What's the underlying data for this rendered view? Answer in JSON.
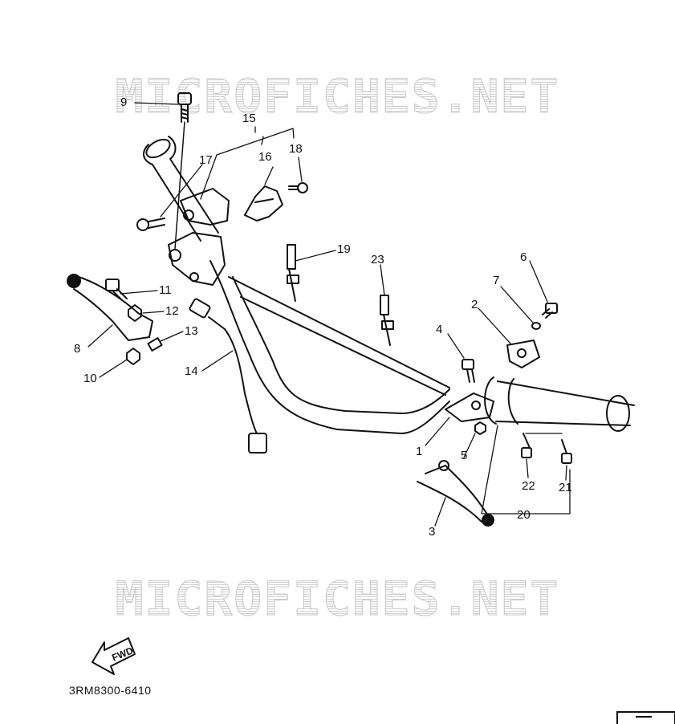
{
  "watermark": {
    "top_text": "MICROFICHES.NET",
    "bottom_text": "MICROFICHES.NET"
  },
  "diagram_code": "3RM8300-6410",
  "fwd_label": "FWD",
  "parts": [
    {
      "id": "p1",
      "label": "1"
    },
    {
      "id": "p2",
      "label": "2"
    },
    {
      "id": "p3",
      "label": "3"
    },
    {
      "id": "p4",
      "label": "4"
    },
    {
      "id": "p5",
      "label": "5"
    },
    {
      "id": "p6",
      "label": "6"
    },
    {
      "id": "p7",
      "label": "7"
    },
    {
      "id": "p8",
      "label": "8"
    },
    {
      "id": "p9",
      "label": "9"
    },
    {
      "id": "p10",
      "label": "10"
    },
    {
      "id": "p11",
      "label": "11"
    },
    {
      "id": "p12",
      "label": "12"
    },
    {
      "id": "p13",
      "label": "13"
    },
    {
      "id": "p14",
      "label": "14"
    },
    {
      "id": "p15",
      "label": "15"
    },
    {
      "id": "p16",
      "label": "16"
    },
    {
      "id": "p17",
      "label": "17"
    },
    {
      "id": "p18",
      "label": "18"
    },
    {
      "id": "p19",
      "label": "19"
    },
    {
      "id": "p20",
      "label": "20"
    },
    {
      "id": "p21",
      "label": "21"
    },
    {
      "id": "p22",
      "label": "22"
    },
    {
      "id": "p23",
      "label": "23"
    }
  ]
}
